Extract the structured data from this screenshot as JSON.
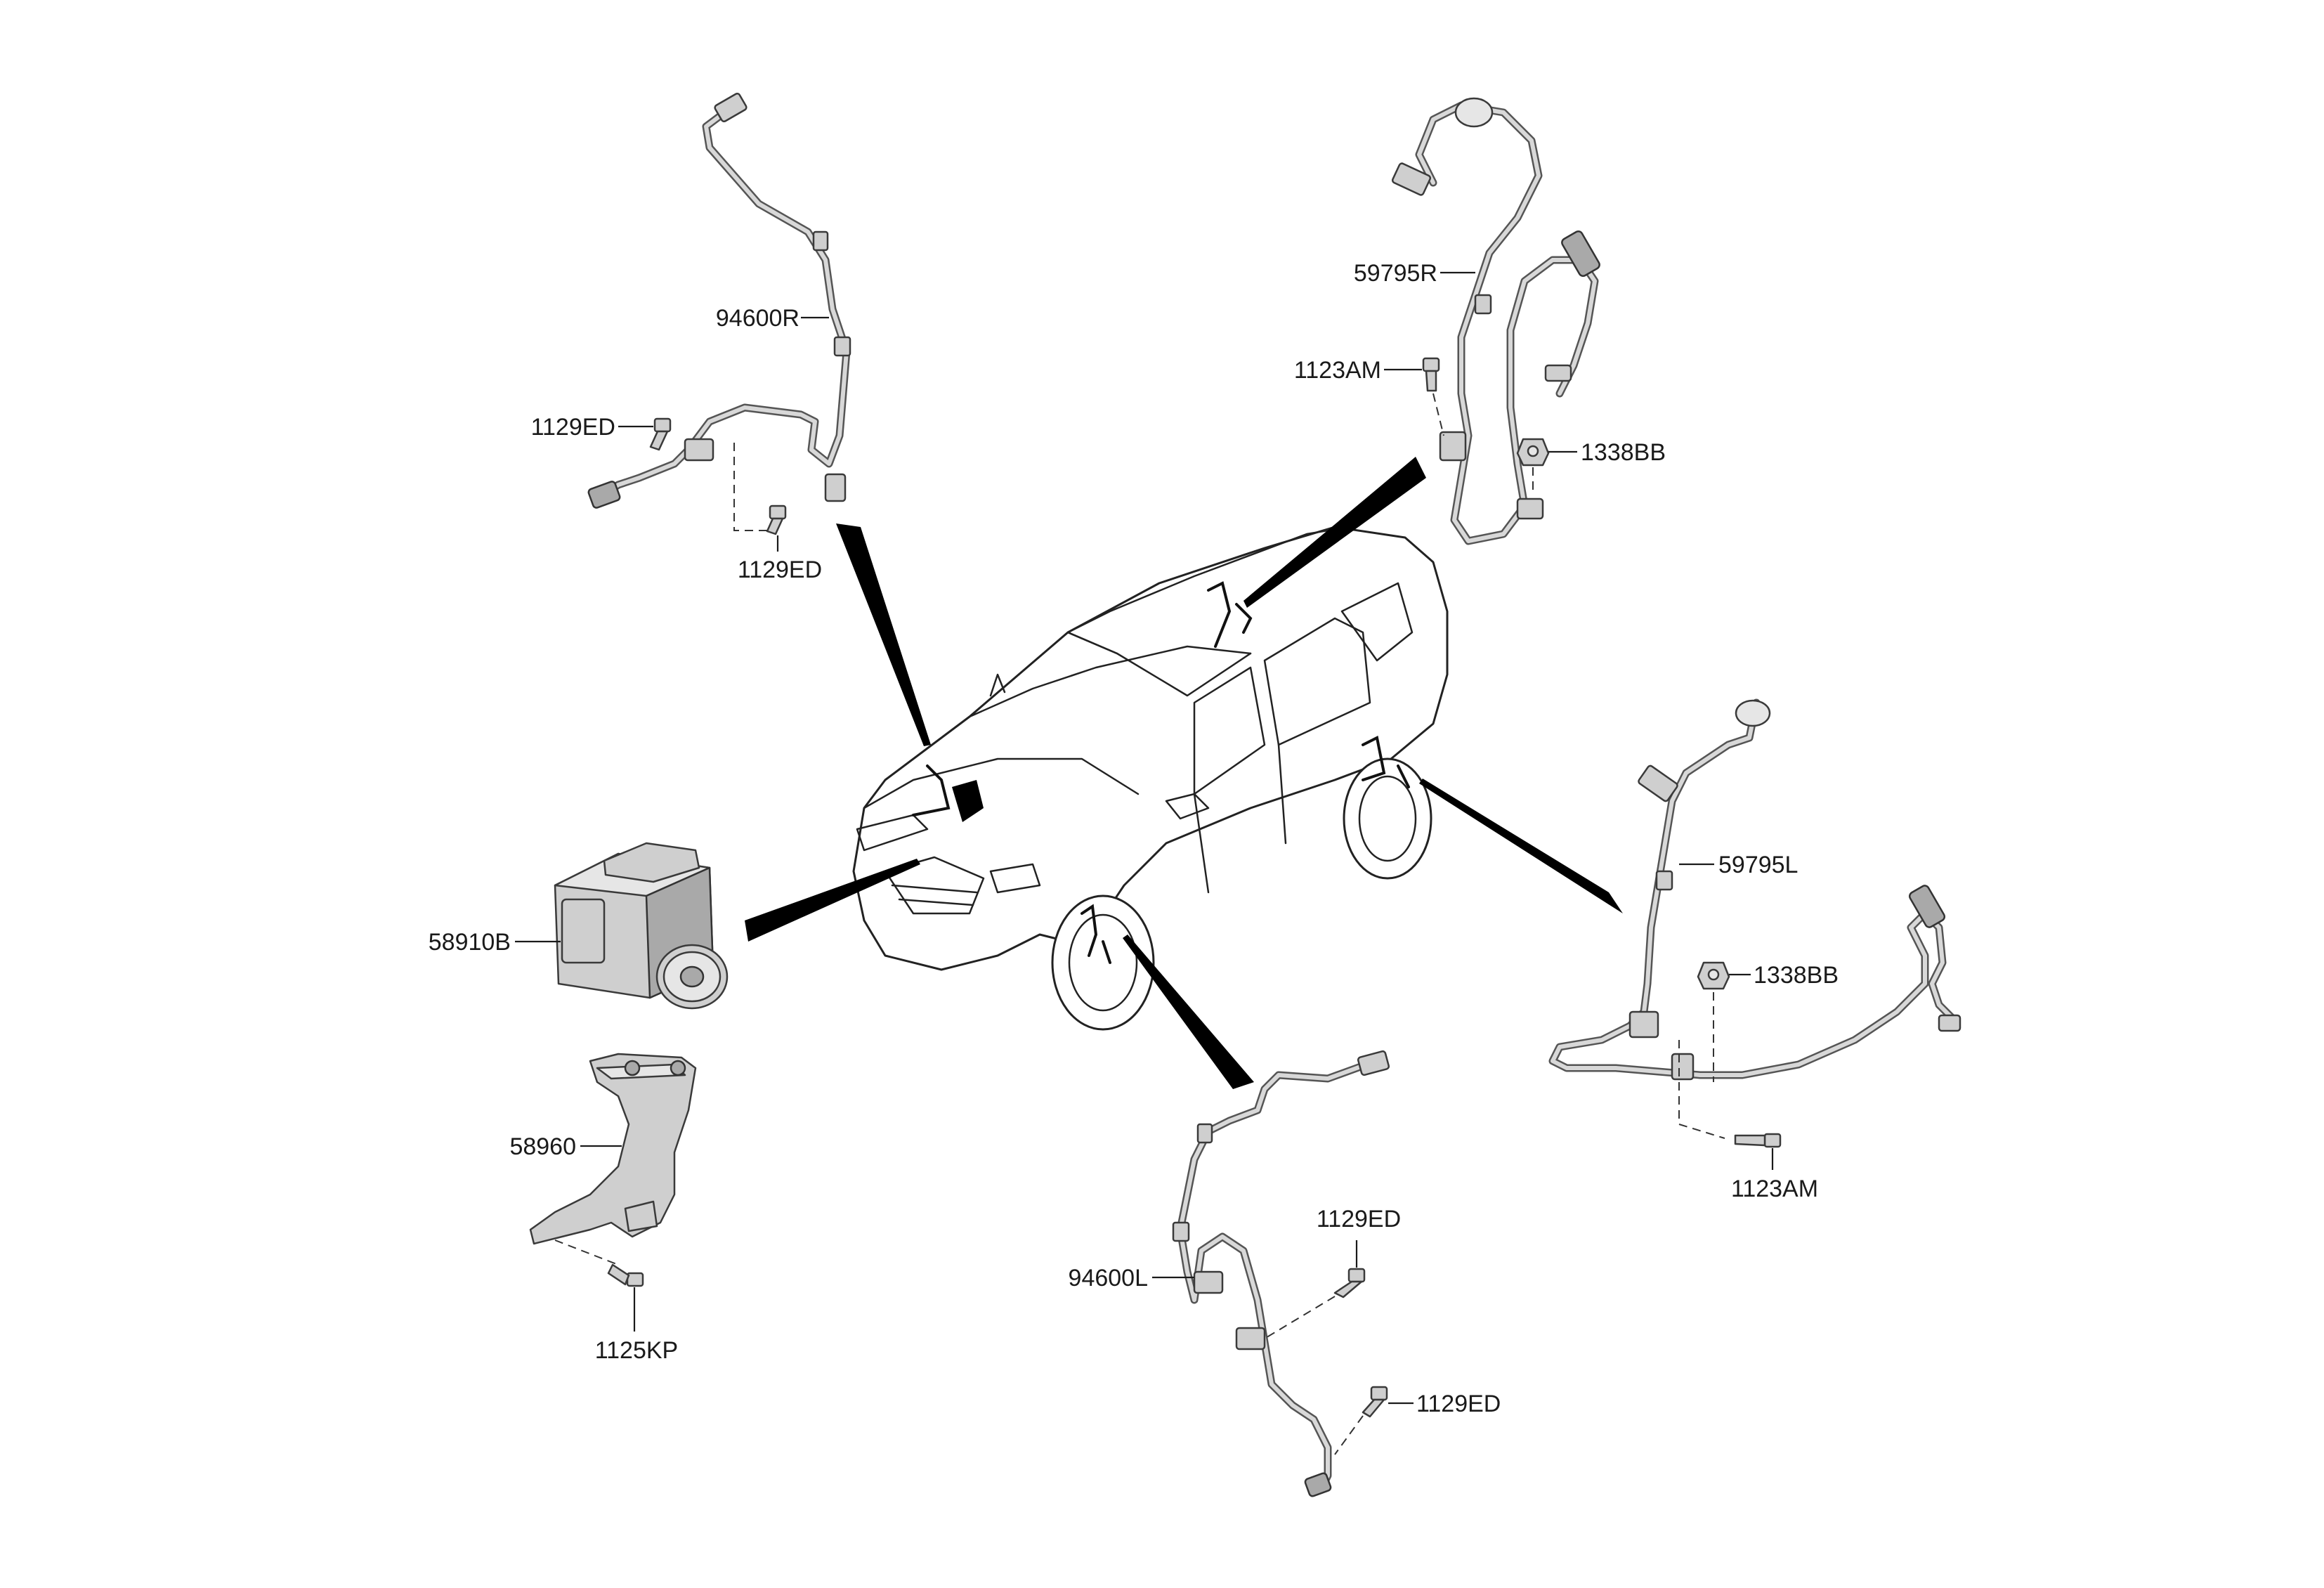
{
  "labels": {
    "sensor_front_right": "94600R",
    "bolt_fr_upper": "1129ED",
    "bolt_fr_lower": "1129ED",
    "cable_rear_right": "59795R",
    "bolt_rr": "1123AM",
    "nut_rr": "1338BB",
    "abs_module": "58910B",
    "bracket": "58960",
    "bolt_bracket": "1125KP",
    "sensor_front_left": "94600L",
    "bolt_fl_upper": "1129ED",
    "bolt_fl_lower": "1129ED",
    "cable_rear_left": "59795L",
    "nut_rl": "1338BB",
    "bolt_rl": "1123AM"
  }
}
